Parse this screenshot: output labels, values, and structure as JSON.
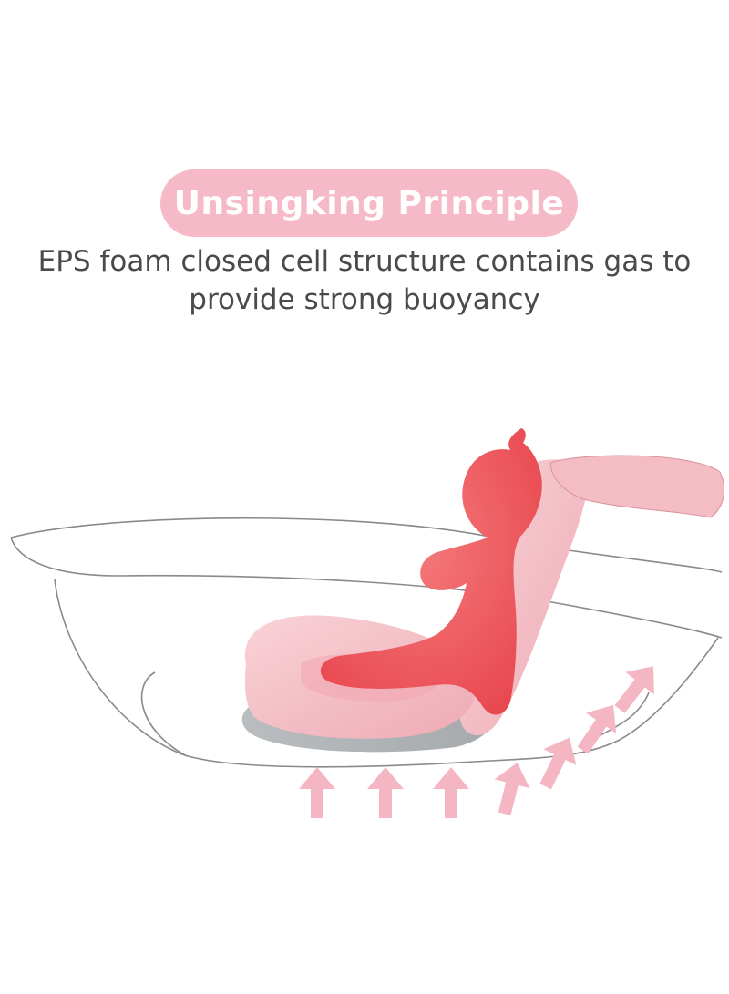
{
  "header": {
    "title": "Unsingking Principle",
    "subtitle_line_1": "EPS foam closed cell structure contains gas to",
    "subtitle_line_2": "provide strong buoyancy"
  },
  "illustration": {
    "bathtub_outline_color": "#8a8a8a",
    "cushion_color": "#f6c3c9",
    "cushion_shade_color": "#e79ea8",
    "mesh_color": "#a9aeb0",
    "baby_silhouette_color": "#f0666a",
    "arrow_color": "#f4b6c3",
    "icons": [
      "up-arrow-icon"
    ]
  }
}
